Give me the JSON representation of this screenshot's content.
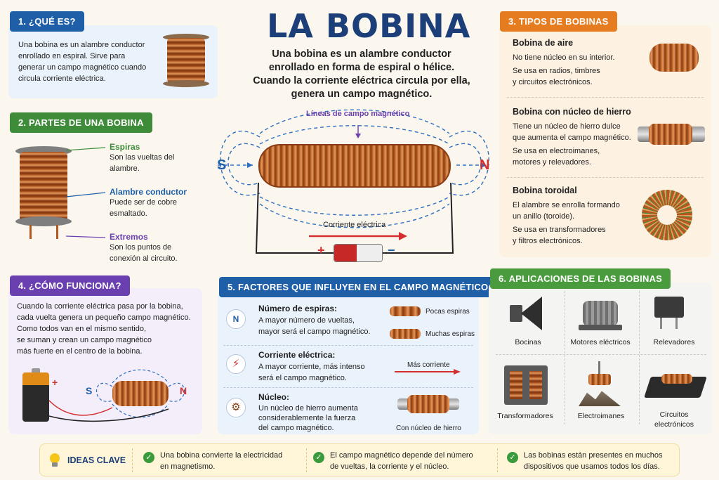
{
  "title": "LA BOBINA",
  "subtitle_lines": [
    "Una bobina es un alambre conductor",
    "enrollado en forma de espiral o hélice.",
    "Cuando la corriente eléctrica circula por ella,",
    "genera un campo magnético."
  ],
  "diagram": {
    "field_label": "Líneas de campo magnético",
    "pole_s": "S",
    "pole_n": "N",
    "current_label": "Corriente eléctrica",
    "plus": "+",
    "minus": "−"
  },
  "section1": {
    "heading": "1. ¿QUÉ ES?",
    "text_lines": [
      "Una bobina es un alambre conductor",
      "enrollado en espiral. Sirve para",
      "generar un campo magnético cuando",
      "circula corriente eléctrica."
    ]
  },
  "section2": {
    "heading": "2. PARTES DE UNA BOBINA",
    "parts": [
      {
        "name": "Espiras",
        "desc": [
          "Son las vueltas del",
          "alambre."
        ],
        "color": "#3e8c3a"
      },
      {
        "name": "Alambre conductor",
        "desc": [
          "Puede ser de cobre",
          "esmaltado."
        ],
        "color": "#1f5fa8"
      },
      {
        "name": "Extremos",
        "desc": [
          "Son los puntos de",
          "conexión al circuito."
        ],
        "color": "#6a3fb0"
      }
    ]
  },
  "section3": {
    "heading": "3. TIPOS DE BOBINAS",
    "types": [
      {
        "name": "Bobina de aire",
        "desc": [
          "No tiene núcleo en su interior.",
          "Se usa en radios, timbres",
          "y circuitos electrónicos."
        ]
      },
      {
        "name": "Bobina con núcleo de hierro",
        "desc": [
          "Tiene un núcleo de hierro dulce",
          "que aumenta el campo magnético.",
          "Se usa en electroimanes,",
          "motores y relevadores."
        ]
      },
      {
        "name": "Bobina toroidal",
        "desc": [
          "El alambre se enrolla formando",
          "un anillo (toroide).",
          "Se usa en transformadores",
          "y filtros electrónicos."
        ]
      }
    ]
  },
  "section4": {
    "heading": "4. ¿CÓMO FUNCIONA?",
    "text_lines": [
      "Cuando la corriente eléctrica pasa por la bobina,",
      "cada vuelta genera un pequeño campo magnético.",
      "Como todos van en el mismo sentido,",
      "se suman y crean un campo magnético",
      "más fuerte en el centro de la bobina."
    ],
    "plus": "+",
    "pole_s": "S",
    "pole_n": "N"
  },
  "section5": {
    "heading": "5. FACTORES QUE INFLUYEN EN EL CAMPO MAGNÉTICO",
    "factors": [
      {
        "name": "Número de espiras:",
        "desc": [
          "A mayor número de vueltas,",
          "mayor será el campo magnético."
        ],
        "icon": "N"
      },
      {
        "name": "Corriente eléctrica:",
        "desc": [
          "A mayor corriente, más intenso",
          "será el campo magnético."
        ],
        "icon": "⚡"
      },
      {
        "name": "Núcleo:",
        "desc": [
          "Un núcleo de hierro aumenta",
          "considerablemente la fuerza",
          "del campo magnético."
        ],
        "icon": "⚙"
      }
    ],
    "few_turns": "Pocas espiras",
    "many_turns": "Muchas espiras",
    "more_current": "Más corriente",
    "with_core": "Con núcleo de hierro"
  },
  "section6": {
    "heading": "6. APLICACIONES DE LAS BOBINAS",
    "apps": [
      "Bocinas",
      "Motores eléctricos",
      "Relevadores",
      "Transformadores",
      "Electroimanes",
      "Circuitos electrónicos"
    ]
  },
  "ideas": {
    "label": "IDEAS CLAVE",
    "items": [
      [
        "Una bobina convierte la electricidad",
        "en magnetismo."
      ],
      [
        "El campo magnético depende del número",
        "de vueltas, la corriente y el núcleo."
      ],
      [
        "Las bobinas están presentes en muchos",
        "dispositivos que usamos todos los días."
      ]
    ]
  },
  "colors": {
    "navy": "#1c3f7a",
    "blue": "#1f5fa8",
    "green": "#3e8c3a",
    "purple": "#6a3fb0",
    "orange": "#e57c1f",
    "copper": "#b4581f",
    "red": "#d32f2f"
  }
}
